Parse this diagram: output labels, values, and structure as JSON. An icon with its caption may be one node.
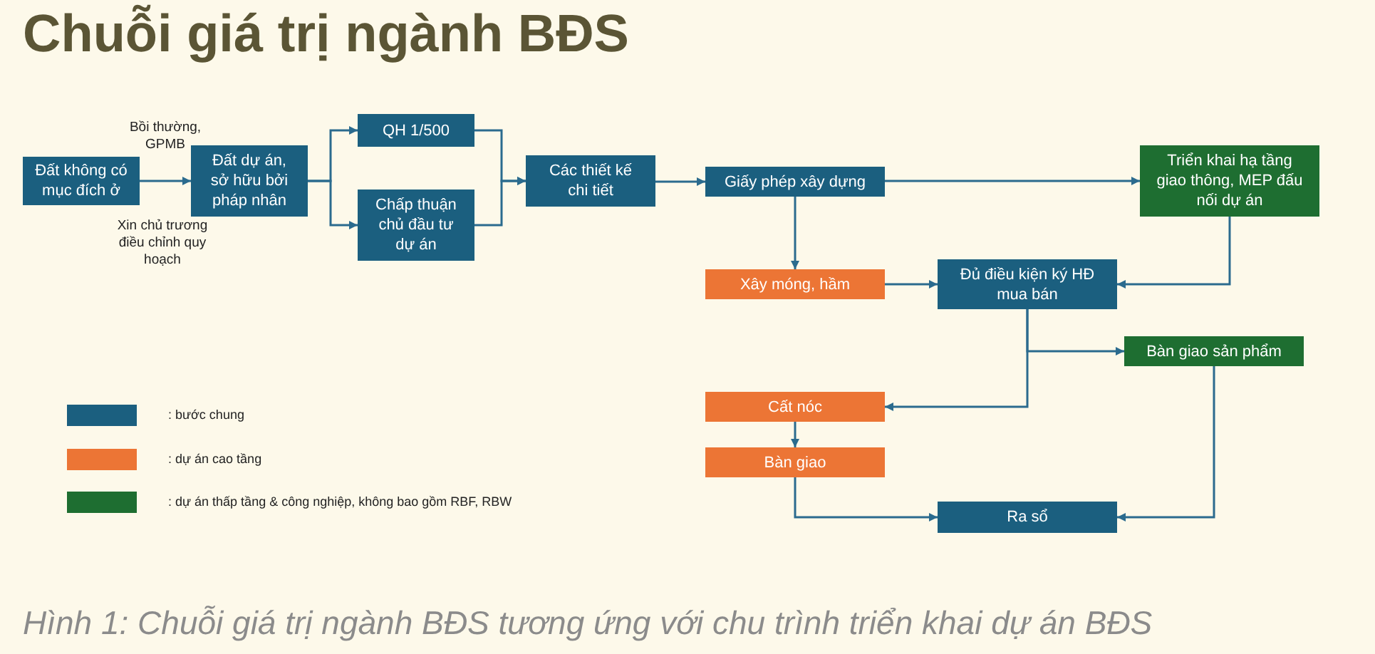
{
  "diagram": {
    "title": "Chuỗi giá trị ngành BĐS",
    "caption": "Hình 1: Chuỗi giá trị ngành BĐS tương ứng với chu trình triển khai dự án BĐS",
    "nodes": [
      {
        "text": [
          "Đất không có mục đích ở"
        ]
      },
      {
        "text": [
          "Đất dự án, sở hữu bởi pháp nhân"
        ]
      },
      {
        "text": [
          "QH 1/500"
        ]
      },
      {
        "text": [
          "Chấp thuận chủ đầu tư dự án"
        ]
      },
      {
        "text": [
          "Các thiết kế chi tiết"
        ]
      },
      {
        "text": [
          "Giấy phép xây dựng"
        ]
      },
      {
        "text": [
          "Triển khai hạ tầng giao thông, MEP đấu nối dự án"
        ]
      },
      {
        "text": [
          "Xây móng, hầm"
        ]
      },
      {
        "text": [
          "Đủ điều kiện ký HĐ mua bán"
        ]
      },
      {
        "text": [
          "Bàn giao sản phẩm"
        ]
      },
      {
        "text": [
          "Cất nóc"
        ]
      },
      {
        "text": [
          "Bàn giao"
        ]
      },
      {
        "text": [
          "Ra sổ"
        ]
      }
    ],
    "edges": [
      {
        "from": 0,
        "to": 1,
        "arrow": "to",
        "label": "Bồi thường, GPMB"
      },
      {
        "from": 1,
        "to": 2,
        "arrow": "to"
      },
      {
        "from": 1,
        "to": 3,
        "arrow": "to"
      },
      {
        "from": 2,
        "to": 4,
        "arrow": "to"
      },
      {
        "from": 3,
        "to": 4,
        "arrow": "to"
      },
      {
        "from": 4,
        "to": 5,
        "arrow": "to"
      },
      {
        "from": 5,
        "to": 6,
        "arrow": "to"
      },
      {
        "from": 5,
        "to": 7,
        "arrow": "to"
      },
      {
        "from": 7,
        "to": 8,
        "arrow": "to"
      },
      {
        "from": 6,
        "to": 8,
        "arrow": "to"
      },
      {
        "from": 8,
        "to": 9,
        "arrow": "to"
      },
      {
        "from": 8,
        "to": 10,
        "arrow": "to"
      },
      {
        "from": 10,
        "to": 11,
        "arrow": "to"
      },
      {
        "from": 11,
        "to": 12,
        "arrow": "to"
      },
      {
        "from": 9,
        "to": 12,
        "arrow": "to"
      }
    ],
    "labels": [
      "Xin chủ trương điều chỉnh quy hoạch"
    ],
    "legend": [
      {
        "text": ": bước chung",
        "color": "#1b5f7f"
      },
      {
        "text": ": dự án cao tầng",
        "color": "#ec7535"
      },
      {
        "text": ": dự án thấp tầng & công nghiệp, không bao gồm RBF, RBW",
        "color": "#1e6e31"
      }
    ]
  }
}
